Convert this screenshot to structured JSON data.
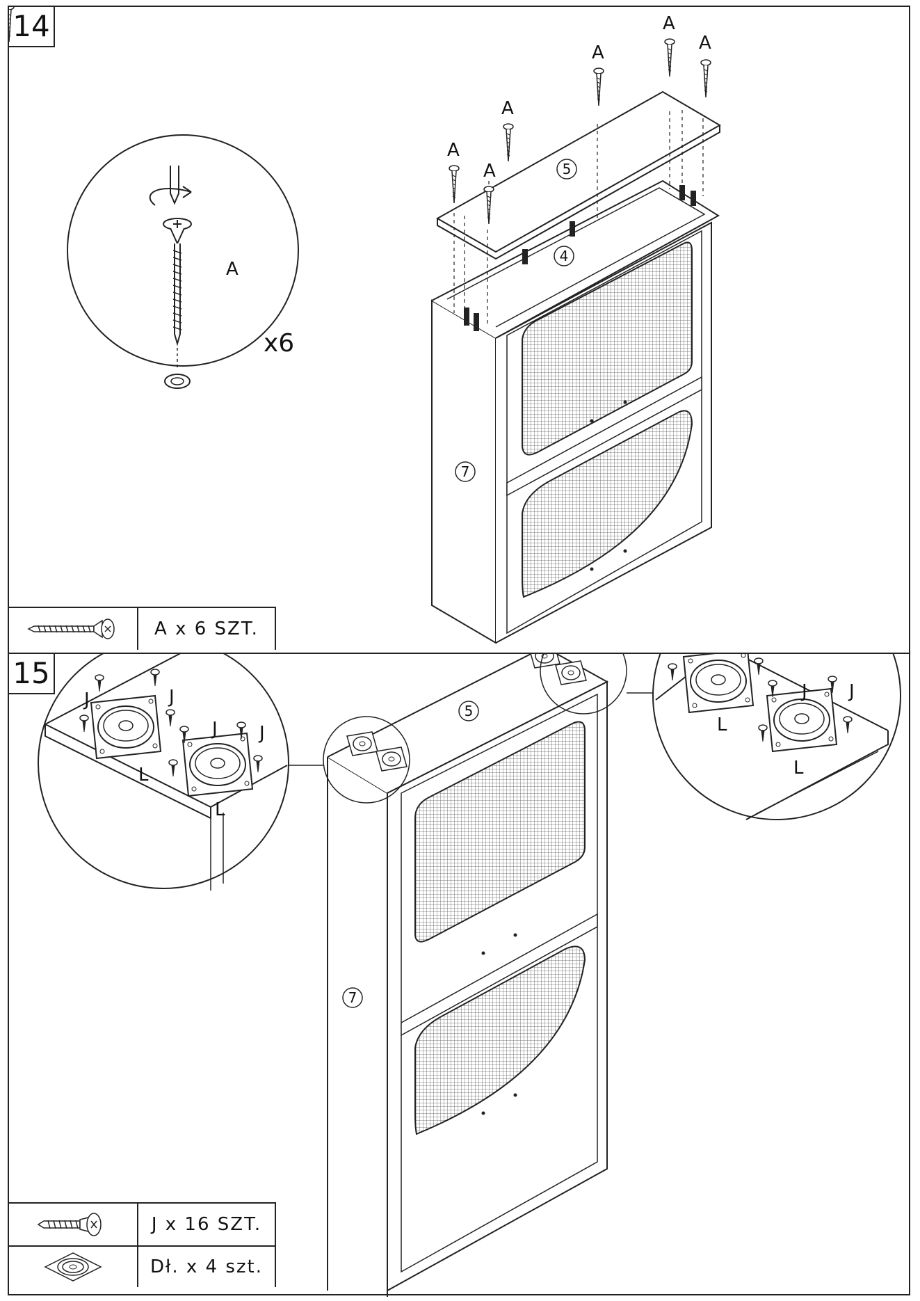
{
  "steps": [
    {
      "number": "14",
      "parts": [
        {
          "icon": "wood-screw-icon",
          "qty": "A x 6 SZT."
        }
      ],
      "callouts": {
        "screw_letter": "A",
        "multiplier": "x6"
      },
      "panel_numbers": [
        "5",
        "4",
        "7"
      ]
    },
    {
      "number": "15",
      "parts": [
        {
          "icon": "pan-screw-icon",
          "qty": "J x 16 SZT."
        },
        {
          "icon": "swivel-plate-icon",
          "qty": "Dł. x 4 szt."
        }
      ],
      "callouts": {
        "screw_letter": "J",
        "plate_letter": "L"
      },
      "panel_numbers": [
        "5",
        "7"
      ]
    }
  ]
}
